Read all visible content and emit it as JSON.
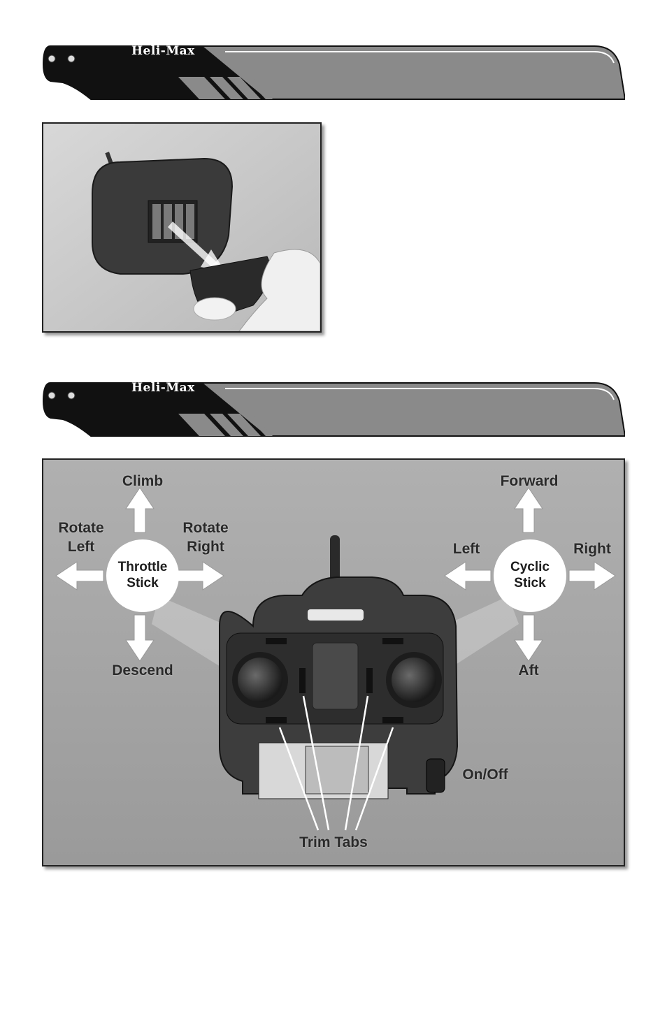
{
  "banner_top": {
    "brand": "Heli-Max"
  },
  "banner_bottom": {
    "brand": "Heli-Max"
  },
  "controls_diagram": {
    "throttle_stick": {
      "line1": "Throttle",
      "line2": "Stick"
    },
    "cyclic_stick": {
      "line1": "Cyclic",
      "line2": "Stick"
    },
    "climb": "Climb",
    "descend": "Descend",
    "rotate_left": {
      "line1": "Rotate",
      "line2": "Left"
    },
    "rotate_right": {
      "line1": "Rotate",
      "line2": "Right"
    },
    "forward": "Forward",
    "aft": "Aft",
    "left": "Left",
    "right": "Right",
    "on_off": "On/Off",
    "trim_tabs": "Trim Tabs"
  },
  "colors": {
    "banner_dark": "#111111",
    "banner_gray": "#8a8a8a",
    "photo_bg": "#a7a7a7"
  }
}
